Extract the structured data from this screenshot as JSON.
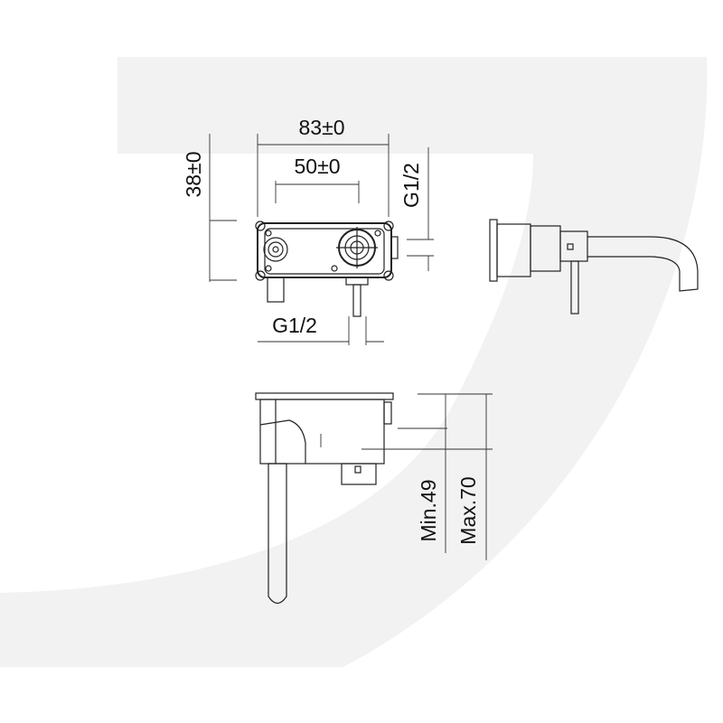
{
  "colors": {
    "background_shape": "#f2f2f2",
    "line": "#222222"
  },
  "front_view": {
    "width_label": "83±0",
    "spacing_label": "50±0",
    "height_label": "38±0",
    "side_thread_label": "G1/2",
    "bottom_thread_label": "G1/2"
  },
  "section_view": {
    "min_label": "Min.49",
    "max_label": "Max.70"
  }
}
